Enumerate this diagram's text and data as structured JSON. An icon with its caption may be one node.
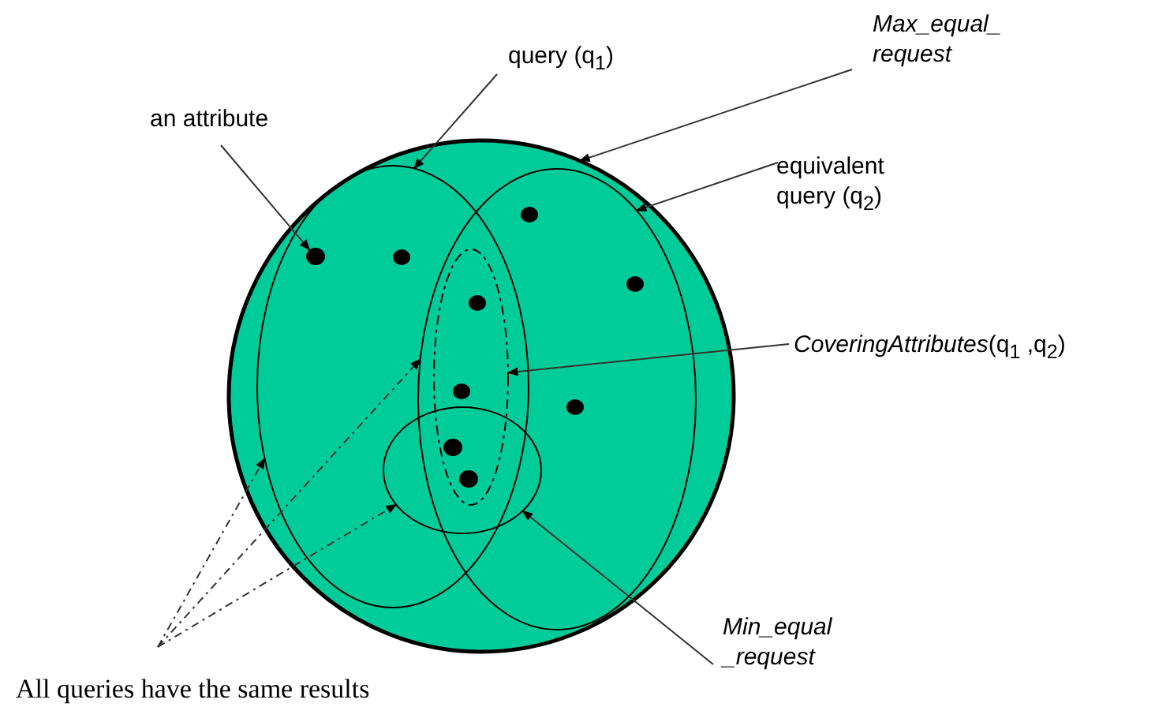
{
  "diagram": {
    "nodes": [
      {
        "text": [
          "an attribute"
        ]
      },
      {
        "text": [
          "query (q$_{1}$)"
        ]
      },
      {
        "text": [
          "Max_equal_ request"
        ]
      },
      {
        "text": [
          "equivalent query (q$_{2}$)"
        ]
      },
      {
        "text": [
          "*CoveringAttributes*(q$_{1}$ ,q$_{2}$)"
        ]
      },
      {
        "text": [
          "Min_equal _request"
        ]
      },
      {
        "text": [
          "All queries have the same results"
        ]
      },
      {
        "text": [],
        "shape": "circle"
      },
      {
        "text": [],
        "shape": "circle",
        "in": 7
      },
      {
        "text": [],
        "shape": "circle",
        "in": 7
      },
      {
        "text": [],
        "shape": "circle"
      },
      {
        "text": [],
        "shape": "circle",
        "in": 7
      },
      {
        "text": [],
        "shape": "circle",
        "in": 9
      },
      {
        "text": [],
        "shape": "circle",
        "in": 8
      },
      {
        "text": [],
        "shape": "circle",
        "in": 8
      },
      {
        "text": [],
        "shape": "circle",
        "in": 9
      },
      {
        "text": [],
        "shape": "circle",
        "in": 10
      },
      {
        "text": [],
        "shape": "circle",
        "in": 10
      },
      {
        "text": [],
        "shape": "circle",
        "in": 9
      },
      {
        "text": [],
        "shape": "circle"
      },
      {
        "text": [],
        "shape": "circle"
      }
    ],
    "edges": [
      {
        "from": 0,
        "to": 13,
        "arrow": "to"
      },
      {
        "from": 1,
        "to": 8,
        "arrow": "to"
      },
      {
        "from": 2,
        "to": 7,
        "arrow": "to"
      },
      {
        "from": 3,
        "to": 9,
        "arrow": "to"
      },
      {
        "from": 4,
        "to": 10,
        "arrow": "to"
      },
      {
        "from": 5,
        "to": 11,
        "arrow": "to"
      },
      {
        "from": 6,
        "to": 8,
        "arrow": "to",
        "style": "dashed"
      },
      {
        "from": 6,
        "to": 9,
        "arrow": "to",
        "style": "dashed"
      },
      {
        "from": 6,
        "to": 11,
        "arrow": "to",
        "style": "dashed"
      }
    ]
  }
}
